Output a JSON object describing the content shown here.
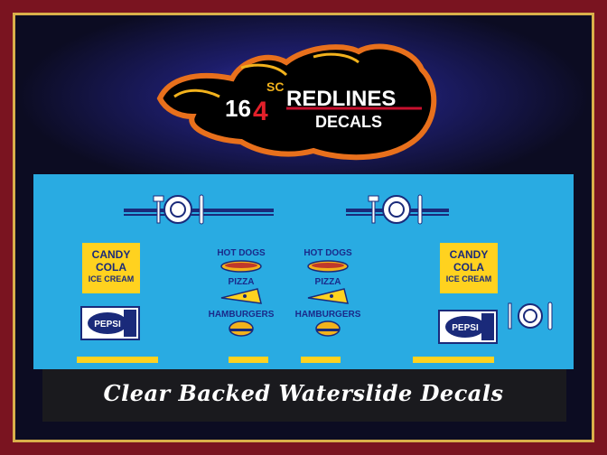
{
  "logo": {
    "number_part1": "16",
    "number_part2": "4",
    "superscript": "SC",
    "brand": "REDLINES",
    "subtitle": "DECALS"
  },
  "decal_sheet": {
    "candy_sign": {
      "line1": "CANDY",
      "line2": "COLA",
      "line3": "ICE CREAM"
    },
    "menu_items": {
      "hot_dogs": "HOT DOGS",
      "pizza": "PIZZA",
      "hamburgers": "HAMBURGERS"
    },
    "pepsi_text": "PEPSI"
  },
  "caption": "Clear Backed Waterslide Decals",
  "colors": {
    "sheet_blue": "#29abe2",
    "sign_yellow": "#ffd21f",
    "navy": "#1a2a7a",
    "frame_red": "#7a1420",
    "frame_gold": "#d9b04a"
  }
}
